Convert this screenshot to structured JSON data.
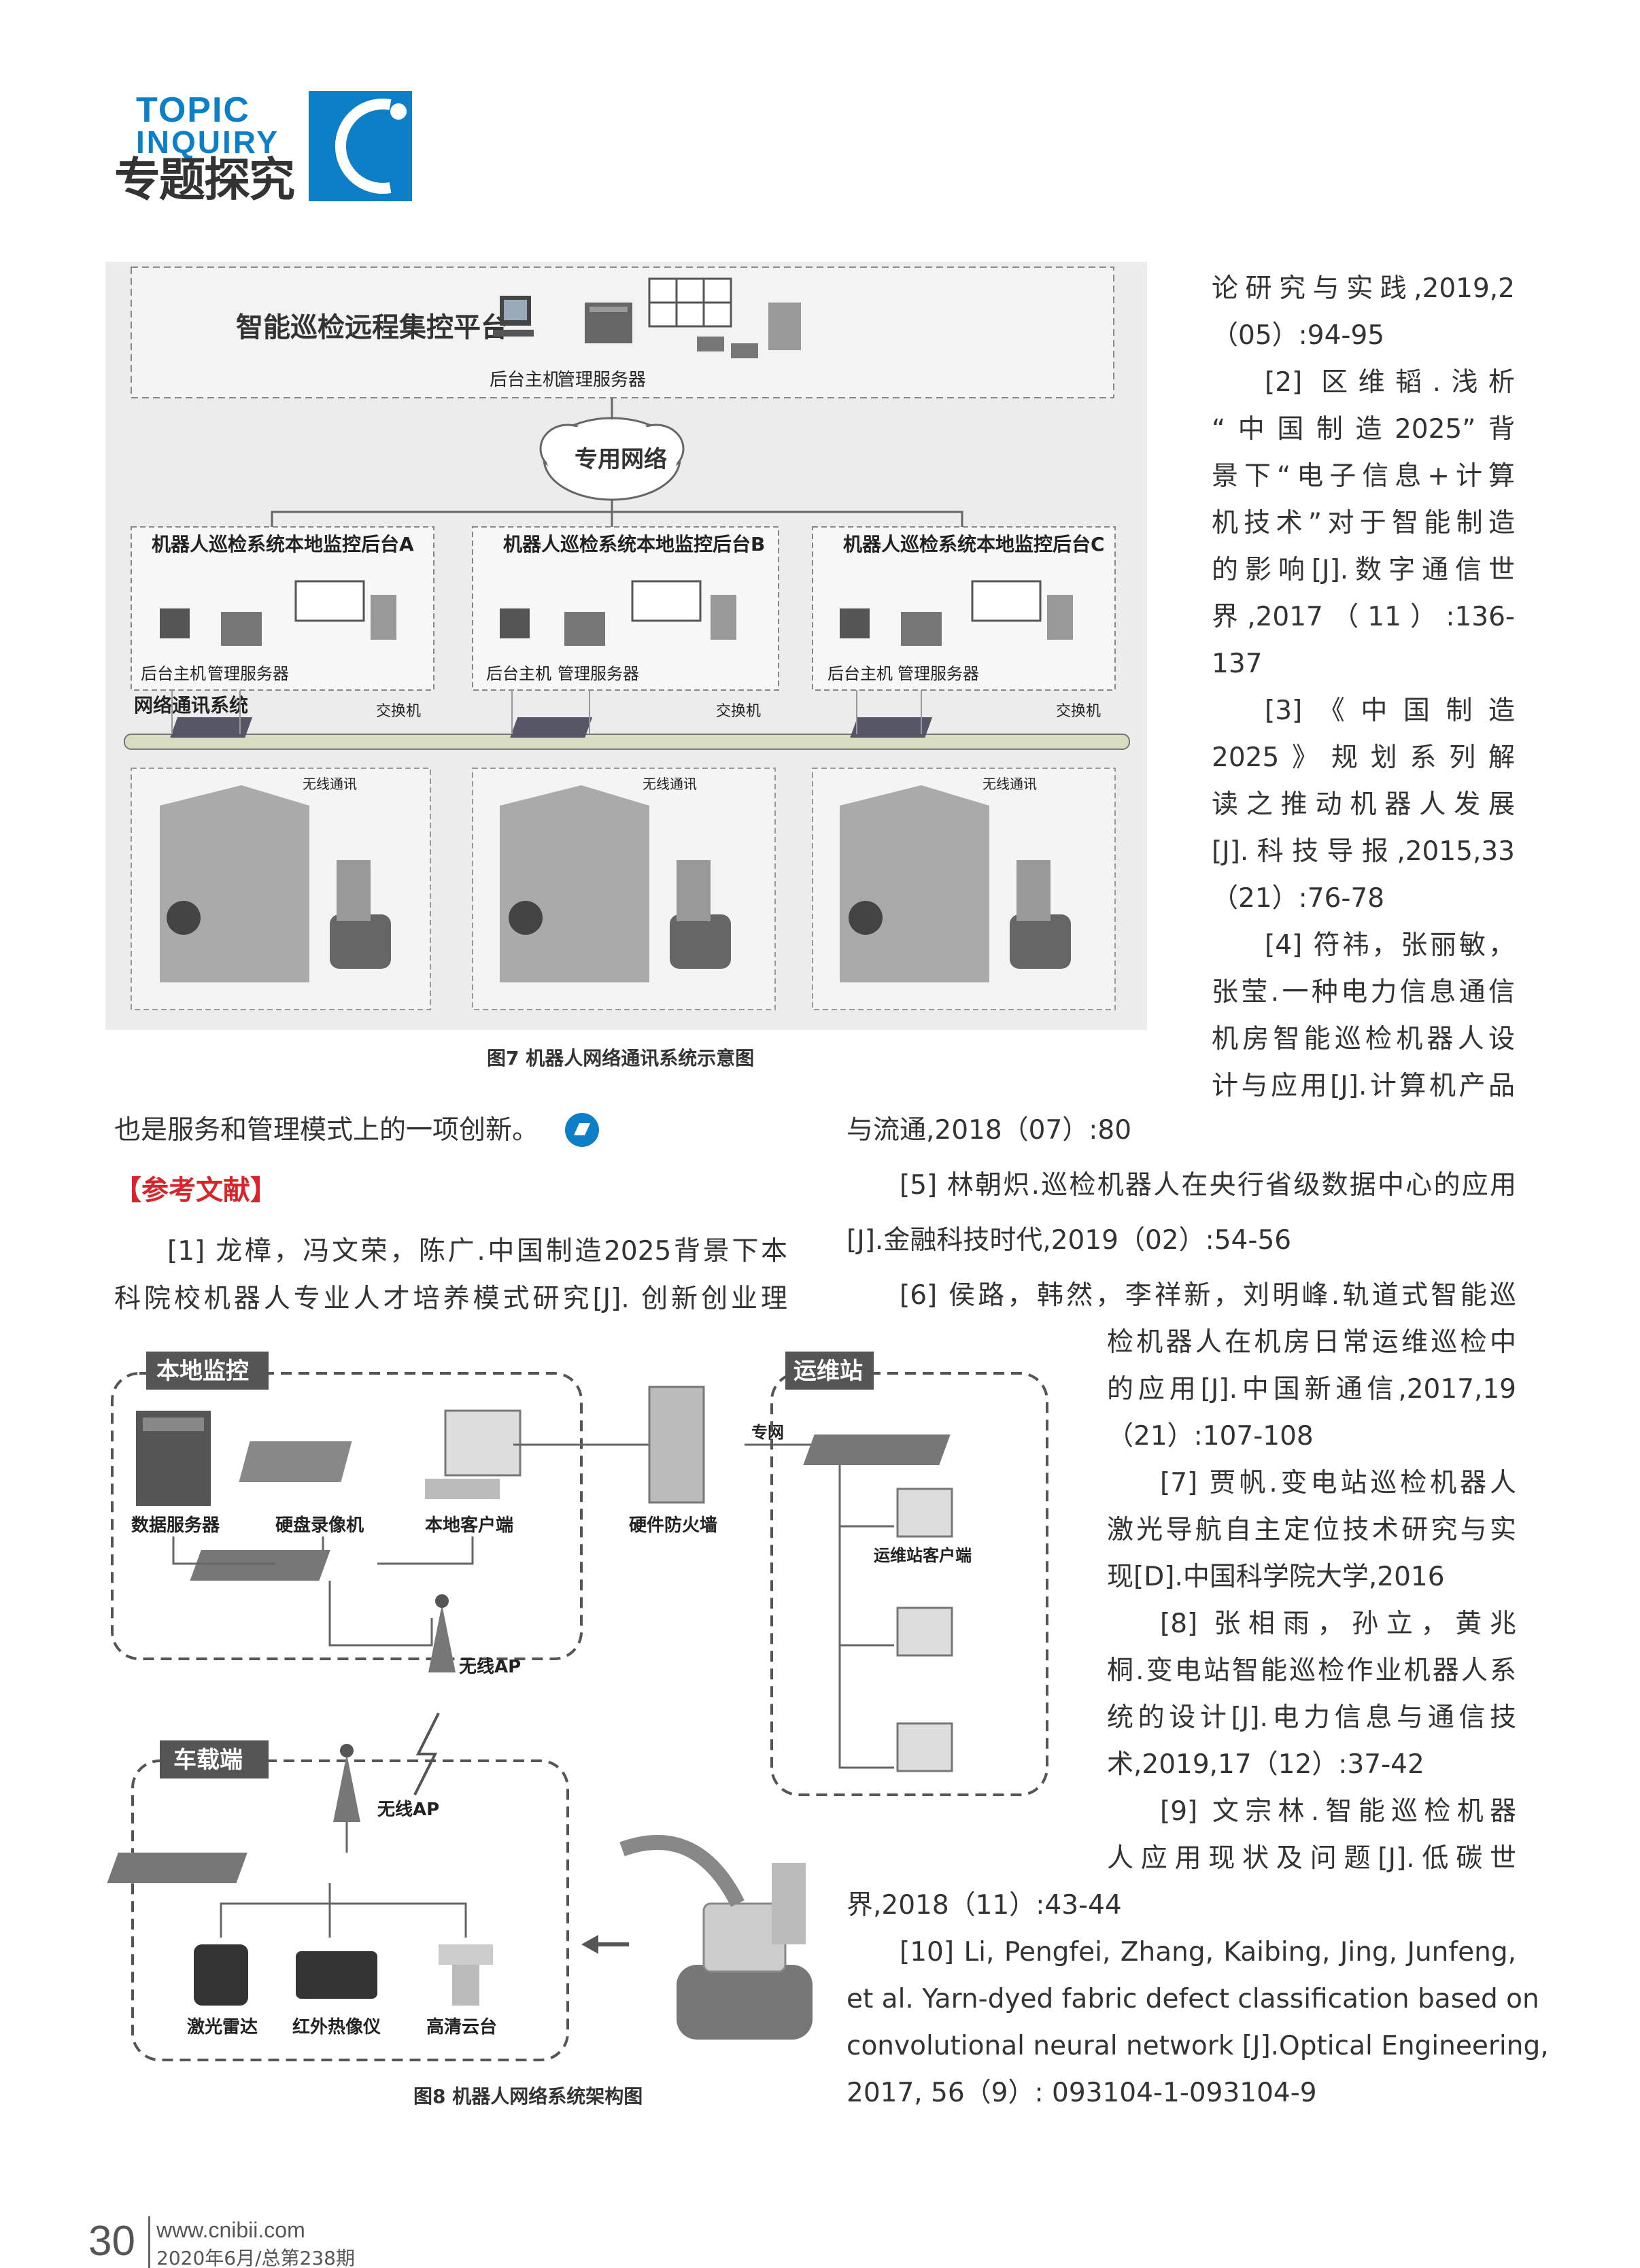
{
  "header": {
    "logo_topic": "TOPIC",
    "logo_inquiry": "INQUIRY",
    "logo_cn": "专题探究"
  },
  "fig7": {
    "title": "智能巡检远程集控平台",
    "host": "后台主机",
    "server": "管理服务器",
    "network": "专用网络",
    "local_a": "机器人巡检系统本地监控后台A",
    "local_b": "机器人巡检系统本地监控后台B",
    "local_c": "机器人巡检系统本地监控后台C",
    "comm": "网络通讯系统",
    "switch": "交换机",
    "wireless": "无线通讯",
    "caption": "图7  机器人网络通讯系统示意图"
  },
  "fig8": {
    "local_monitor": "本地监控",
    "ops_station": "运维站",
    "data_server": "数据服务器",
    "dvr": "硬盘录像机",
    "local_client": "本地客户端",
    "firewall": "硬件防火墙",
    "private_net": "专网",
    "ops_client": "运维站客户端",
    "wireless_ap": "无线AP",
    "vehicle": "车载端",
    "lidar": "激光雷达",
    "thermal": "红外热像仪",
    "ptz": "高清云台",
    "caption": "图8  机器人网络系统架构图"
  },
  "body": {
    "innovation": "也是服务和管理模式上的一项创新。",
    "ref_heading": "【参考文献】",
    "ref1_l1": "[1] 龙樟，冯文荣，陈广.中国制造2025背景下本",
    "ref1_l2": "科院校机器人专业人才培养模式研究[J]. 创新创业理",
    "r1": "论研究与实践,2019,2",
    "r2": "（05）:94-95",
    "r3": "[2] 区维韬.浅析",
    "r4": "“中国制造2025”背",
    "r5": "景下“电子信息+计算",
    "r6": "机技术”对于智能制造",
    "r7": "的影响[J].数字通信世",
    "r8": "界,2017（11）:136-",
    "r9": "137",
    "r10": "[3]《中国制造",
    "r11": "2025》规划系列解",
    "r12": "读之推动机器人发展",
    "r13": "[J].科技导报,2015,33",
    "r14": "（21）:76-78",
    "r15": "[4] 符祎，张丽敏，",
    "r16": "张莹.一种电力信息通信",
    "r17": "机房智能巡检机器人设",
    "r18": "计与应用[J].计算机产品",
    "m1": "与流通,2018（07）:80",
    "m2": "[5] 林朝炽.巡检机器人在央行省级数据中心的应用",
    "m3": "[J].金融科技时代,2019（02）:54-56",
    "m4": "[6] 侯路，韩然，李祥新，刘明峰.轨道式智能巡",
    "n1": "检机器人在机房日常运维巡检中",
    "n2": "的应用[J].中国新通信,2017,19",
    "n3": "（21）:107-108",
    "n4": "[7] 贾帆.变电站巡检机器人",
    "n5": "激光导航自主定位技术研究与实",
    "n6": "现[D].中国科学院大学,2016",
    "n7": "[8] 张相雨，孙立，黄兆",
    "n8": "桐.变电站智能巡检作业机器人系",
    "n9": "统的设计[J].电力信息与通信技",
    "n10": "术,2019,17（12）:37-42",
    "n11": "[9] 文宗林.智能巡检机器",
    "n12": "人应用现状及问题[J].低碳世",
    "m5": "界,2018（11）:43-44",
    "m6": "[10] Li, Pengfei, Zhang, Kaibing, Jing, Junfeng,",
    "m7": "et al. Yarn-dyed fabric defect classification based on",
    "m8": "convolutional neural network [J].Optical Engineering,",
    "m9": "2017, 56（9）: 093104-1-093104-9"
  },
  "footer": {
    "page_number": "30",
    "website": "www.cnibii.com",
    "issue": "2020年6月/总第238期"
  },
  "colors": {
    "brand_blue": "#0d7fc6",
    "heading_red": "#d7262b"
  }
}
